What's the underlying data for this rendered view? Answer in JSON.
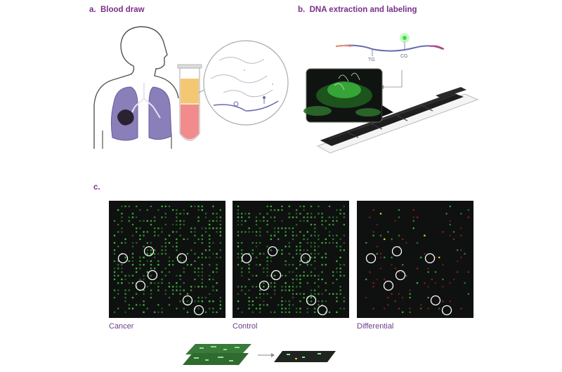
{
  "sections": {
    "a": {
      "letter": "a.",
      "title": "Blood draw"
    },
    "b": {
      "letter": "b.",
      "title": "DNA extraction and labeling"
    },
    "c": {
      "letter": "c."
    }
  },
  "sequence_labels": {
    "tg": "TG",
    "cg": "CG"
  },
  "panels": [
    {
      "caption": "Cancer"
    },
    {
      "caption": "Control"
    },
    {
      "caption": "Differential"
    }
  ],
  "colors": {
    "label": "#7a2f8a",
    "caption": "#6a3d8c",
    "panel_bg": "#0f1010",
    "spot_green": "#3fbf3f",
    "spot_red": "#8b1f1f",
    "spot_yellow": "#d8d020",
    "lungs": "#8a7fb8",
    "tube_yellow": "#f4c873",
    "tube_red": "#f28c8c"
  },
  "icons": [
    "person-silhouette-icon",
    "lungs-icon",
    "test-tube-icon",
    "magnifier-circle-icon",
    "microarray-slide-icon",
    "zoom-inset-icon",
    "arrow-right-icon"
  ]
}
